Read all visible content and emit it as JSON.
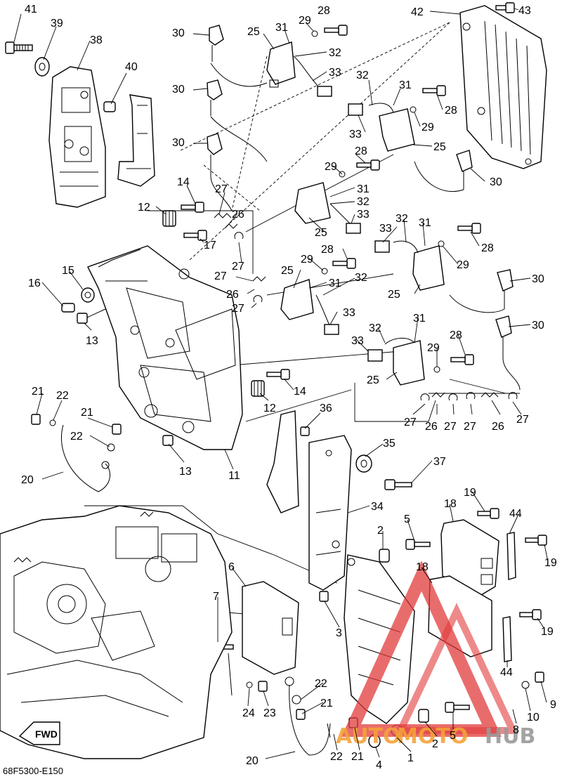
{
  "diagram_code": "68F5300-E150",
  "fwd_label": "FWD",
  "watermark": {
    "word_a": "AUTO",
    "word_b": "MOTO",
    "word_c": "HUB",
    "color_red": "#e23b3b",
    "color_orange": "#f4a23a",
    "color_gray": "#9a9a9a"
  },
  "callouts": {
    "c41": "41",
    "c39": "39",
    "c38": "38",
    "c40": "40",
    "c30a": "30",
    "c30b": "30",
    "c30c": "30",
    "c25a": "25",
    "c31a": "31",
    "c29a": "29",
    "c28a": "28",
    "c32a": "32",
    "c33a": "33",
    "c42": "42",
    "c43": "43",
    "c32b": "32",
    "c31b": "31",
    "c28b": "28",
    "c33b": "33",
    "c29b": "29",
    "c25b": "25",
    "c30d": "30",
    "c14a": "14",
    "c12a": "12",
    "c27a": "27",
    "c26a": "26",
    "c28c": "28",
    "c29c": "29",
    "c31c": "31",
    "c32c": "32",
    "c33c": "33",
    "c25c": "25",
    "c17": "17",
    "c27b": "27",
    "c15": "15",
    "c16": "16",
    "c27c": "27",
    "c26b": "26",
    "c27d": "27",
    "c33d": "33",
    "c32d": "32",
    "c31d": "31",
    "c28d": "28",
    "c29d": "29",
    "c25d": "25",
    "c30e": "30",
    "c13a": "13",
    "c25e": "25",
    "c29e": "29",
    "c28e": "28",
    "c31e": "31",
    "c32e": "32",
    "c33e": "33",
    "c30f": "30",
    "c32f": "32",
    "c33f": "33",
    "c31f": "31",
    "c29f": "29",
    "c28f": "28",
    "c25f": "25",
    "c14b": "14",
    "c12b": "12",
    "c21a": "21",
    "c22a": "22",
    "c21b": "21",
    "c22b": "22",
    "c27e": "27",
    "c26c": "26",
    "c27f": "27",
    "c27g": "27",
    "c26d": "26",
    "c27h": "27",
    "c36": "36",
    "c35": "35",
    "c37": "37",
    "c13b": "13",
    "c11": "11",
    "c20a": "20",
    "c34": "34",
    "c19a": "19",
    "c18a": "18",
    "c44a": "44",
    "c2a": "2",
    "c5a": "5",
    "c19b": "19",
    "c6": "6",
    "c18b": "18",
    "c7": "7",
    "c3": "3",
    "c19c": "19",
    "c44b": "44",
    "c22c": "22",
    "c9": "9",
    "c24": "24",
    "c23": "23",
    "c21c": "21",
    "c10": "10",
    "c8": "8",
    "c2b": "2",
    "c5b": "5",
    "c20b": "20",
    "c22d": "22",
    "c21d": "21",
    "c4": "4",
    "c1": "1"
  }
}
